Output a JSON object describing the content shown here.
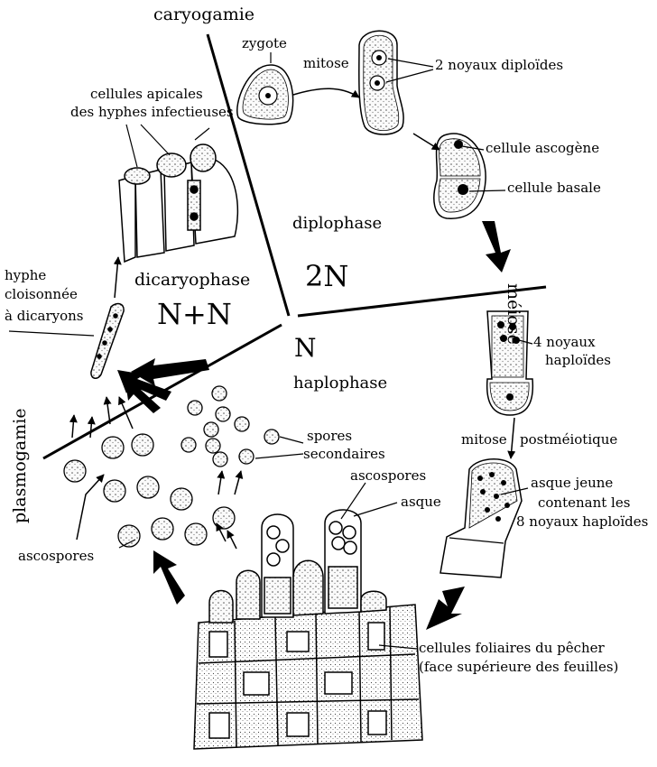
{
  "phases": {
    "caryogamie": "caryogamie",
    "diplophase": "diplophase",
    "diplo_ploidy": "2N",
    "dicaryophase": "dicaryophase",
    "dicaryo_ploidy": "N+N",
    "haplo_ploidy": "N",
    "haplophase": "haplophase",
    "meiose": "méiose",
    "plasmogamie": "plasmogamie"
  },
  "labels": {
    "zygote": "zygote",
    "mitose": "mitose",
    "noyaux_diploides": "2 noyaux diploïdes",
    "cellule_ascogene": "cellule ascogène",
    "cellule_basale": "cellule basale",
    "noyaux_haploides_1": "4 noyaux",
    "noyaux_haploides_2": "haploïdes",
    "mitose_post_1": "mitose",
    "mitose_post_2": "postméiotique",
    "asque_jeune_1": "asque jeune",
    "asque_jeune_2": "contenant les",
    "asque_jeune_3": "8 noyaux haploïdes",
    "ascospores_top": "ascospores",
    "asque": "asque",
    "cellules_foliaires_1": "cellules foliaires du pêcher",
    "cellules_foliaires_2": "(face supérieure des feuilles)",
    "ascospores_left": "ascospores",
    "spores_sec_1": "spores",
    "spores_sec_2": "secondaires",
    "hyphe_1": "hyphe",
    "hyphe_2": "cloisonnée",
    "hyphe_3": "à dicaryons",
    "apicales_1": "cellules apicales",
    "apicales_2": "des hyphes infectieuses"
  },
  "colors": {
    "ink": "#000000",
    "paper": "#ffffff",
    "cell_fill": "#f4f4f4"
  }
}
